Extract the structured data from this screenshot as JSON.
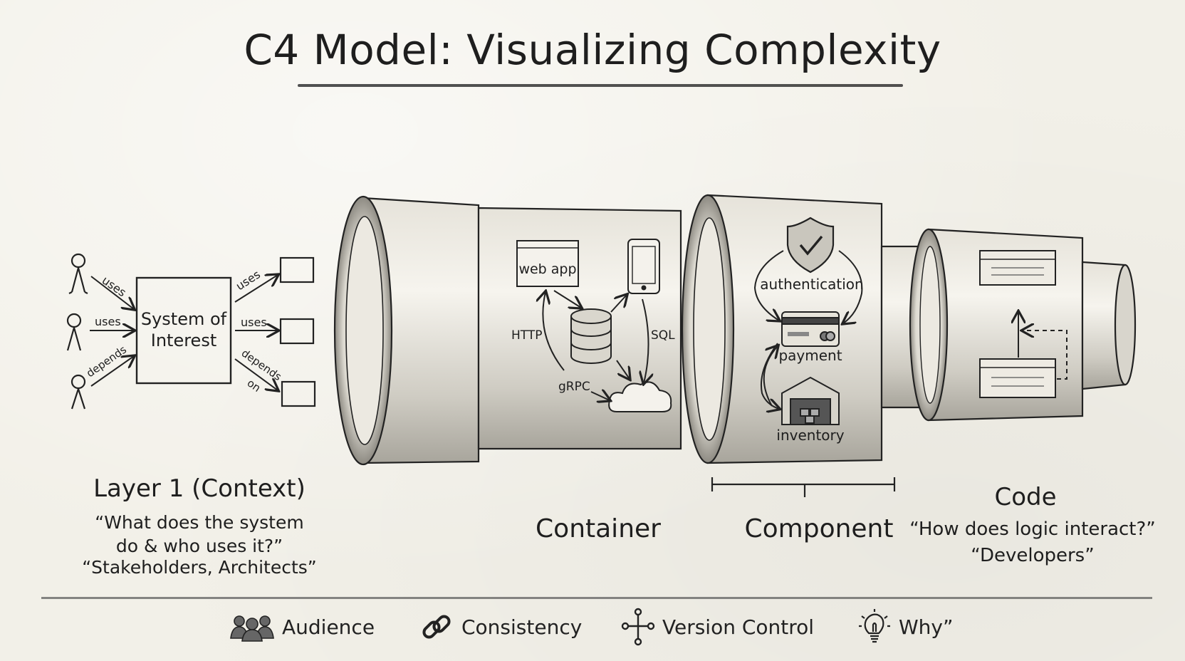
{
  "title": "C4 Model: Visualizing Complexity",
  "context": {
    "system_label_line1": "System of",
    "system_label_line2": "Interest",
    "edges_in": [
      "uses",
      "uses",
      "depends"
    ],
    "edges_out": [
      "uses",
      "uses",
      "depends",
      "on"
    ],
    "layer_title": "Layer 1 (Context)",
    "question_line1": "“What does the system",
    "question_line2": "do & who uses it?”",
    "audience": "“Stakeholders, Architects”"
  },
  "container": {
    "web_app": "web app",
    "http": "HTTP",
    "sql": "SQL",
    "grpc": "gRPC",
    "title": "Container"
  },
  "component": {
    "authentication": "authentication",
    "payment": "payment",
    "inventory": "inventory",
    "title": "Component"
  },
  "code": {
    "title": "Code",
    "question": "“How does logic interact?”",
    "audience": "“Developers”"
  },
  "footer": {
    "items": [
      {
        "label": "Audience",
        "icon": "people-icon"
      },
      {
        "label": "Consistency",
        "icon": "link-icon"
      },
      {
        "label": "Version Control",
        "icon": "branch-icon"
      },
      {
        "label": "Why”",
        "icon": "lightbulb-icon"
      }
    ]
  },
  "colors": {
    "paper": "#f2f0e8",
    "ink": "#1e1e1e",
    "shade": "#b9b6ad"
  }
}
